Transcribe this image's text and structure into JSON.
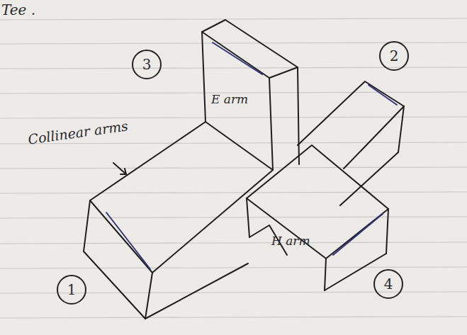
{
  "diagram": {
    "labels": [
      "Tee .",
      "3",
      "2",
      "Collinear arms",
      "E arm",
      "H arm",
      "1",
      "4"
    ]
  }
}
